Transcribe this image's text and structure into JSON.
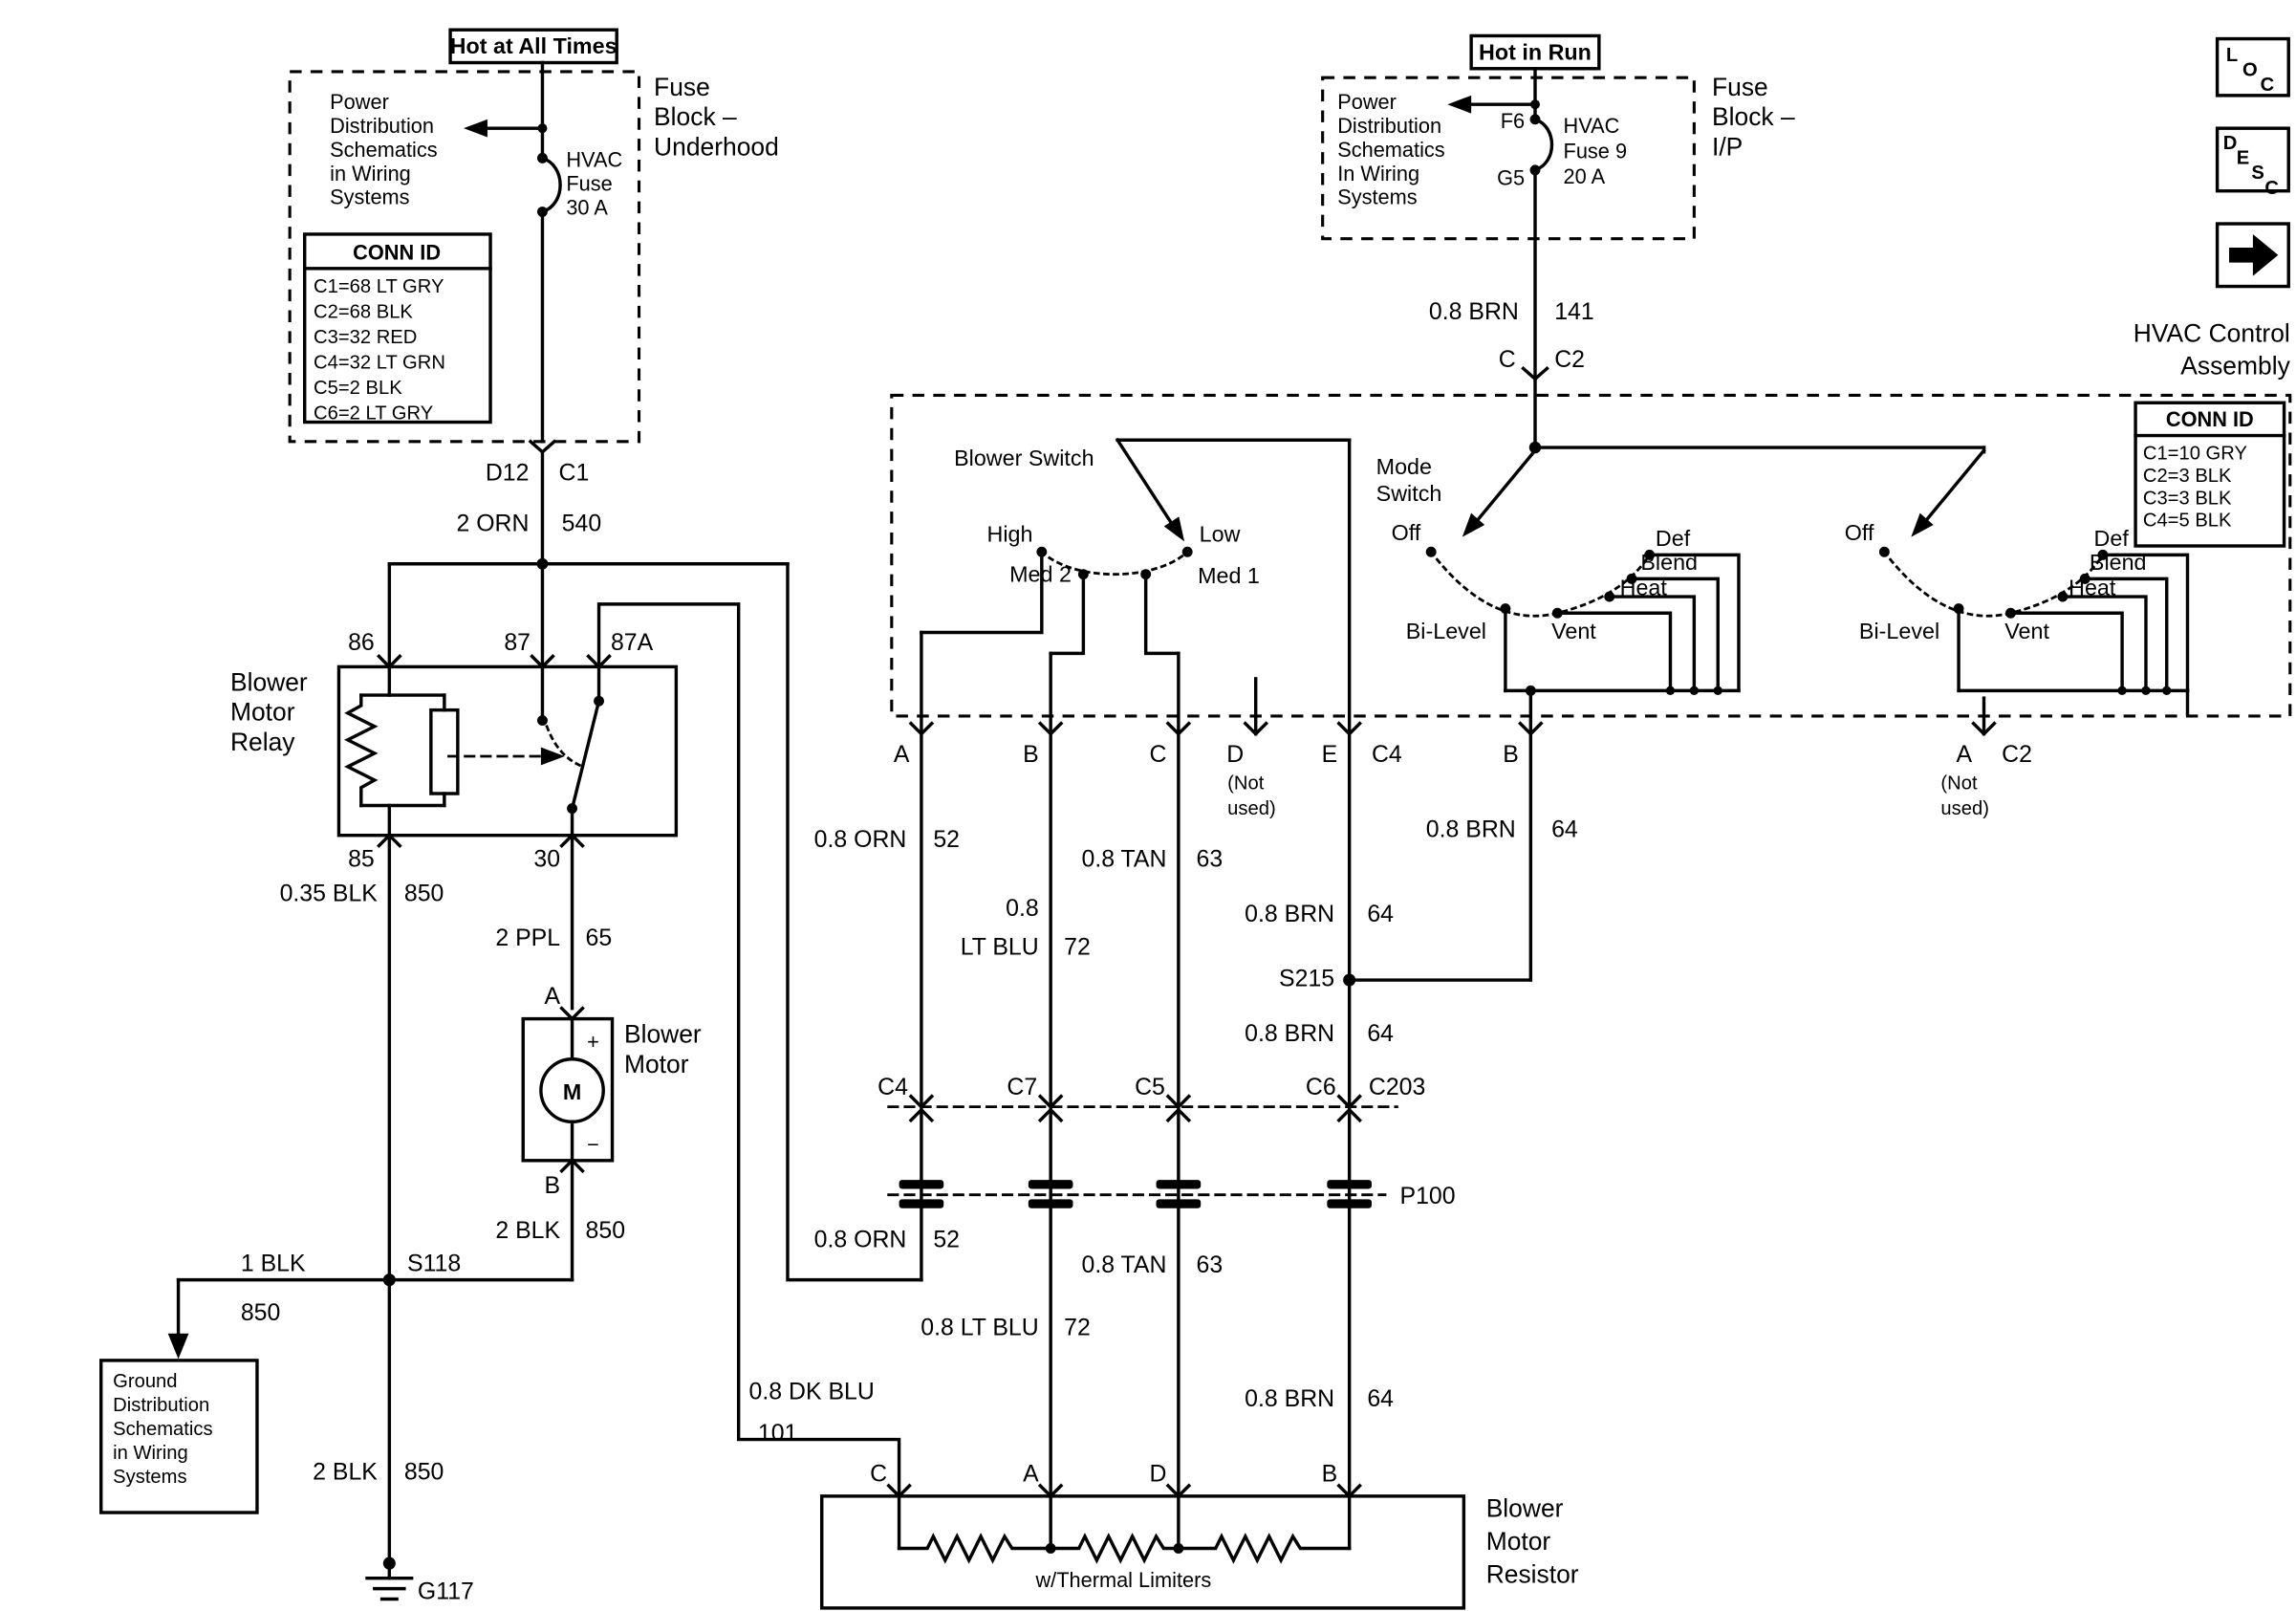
{
  "nav": {
    "loc": [
      "L",
      "O",
      "C"
    ],
    "desc": [
      "D",
      "E",
      "S",
      "C"
    ]
  },
  "underhood": {
    "hot": "Hot at All Times",
    "see": [
      "Power",
      "Distribution",
      "Schematics",
      "in Wiring",
      "Systems"
    ],
    "fuse": [
      "HVAC",
      "Fuse",
      "30 A"
    ],
    "block": [
      "Fuse",
      "Block –",
      "Underhood"
    ],
    "connid": {
      "title": "CONN ID",
      "rows": [
        "C1=68 LT GRY",
        "C2=68 BLK",
        "C3=32 RED",
        "C4=32 LT GRN",
        "C5=2 BLK",
        "C6=2 LT GRY"
      ]
    },
    "pin": "D12",
    "conn": "C1",
    "wire": "2 ORN",
    "ckt": "540"
  },
  "ip": {
    "hot": "Hot in Run",
    "see": [
      "Power",
      "Distribution",
      "Schematics",
      "In Wiring",
      "Systems"
    ],
    "f6": "F6",
    "g5": "G5",
    "fuse": [
      "HVAC",
      "Fuse 9",
      "20 A"
    ],
    "block": [
      "Fuse",
      "Block –",
      "I/P"
    ],
    "wire": "0.8 BRN",
    "ckt": "141",
    "pin": "C",
    "conn": "C2"
  },
  "relay": {
    "name": [
      "Blower",
      "Motor",
      "Relay"
    ],
    "p86": "86",
    "p87": "87",
    "p87a": "87A",
    "p85": "85",
    "p30": "30",
    "w85": "0.35 BLK",
    "c85": "850",
    "w30": "2 PPL",
    "c30": "65"
  },
  "motor": {
    "name": [
      "Blower",
      "Motor"
    ],
    "a": "A",
    "b": "B",
    "plus": "+",
    "minus": "−",
    "m": "M",
    "w": "2 BLK",
    "c": "850"
  },
  "ground": {
    "s118": "S118",
    "w1": "1 BLK",
    "c1": "850",
    "see": [
      "Ground",
      "Distribution",
      "Schematics",
      "in Wiring",
      "Systems"
    ],
    "w2": "2 BLK",
    "c2": "850",
    "g117": "G117"
  },
  "hvac": {
    "title": [
      "HVAC Control",
      "Assembly"
    ],
    "connid": {
      "title": "CONN ID",
      "rows": [
        "C1=10 GRY",
        "C2=3 BLK",
        "C3=3 BLK",
        "C4=5 BLK"
      ]
    },
    "bsw": {
      "label": "Blower Switch",
      "high": "High",
      "med2": "Med 2",
      "med1": "Med 1",
      "low": "Low"
    },
    "msw": {
      "label1": "Mode",
      "label2": "Switch",
      "off": "Off",
      "def": "Def",
      "blend": "Blend",
      "heat": "Heat",
      "vent": "Vent",
      "bilevel": "Bi-Level"
    },
    "pins": {
      "a": "A",
      "b": "B",
      "c": "C",
      "d": "D",
      "e": "E",
      "c4": "C4",
      "b2": "B",
      "a2": "A",
      "c2": "C2",
      "nu1": "(Not",
      "nu2": "used)"
    }
  },
  "wires": {
    "orn": "0.8 ORN",
    "orn_ckt": "52",
    "ltblu1": "0.8",
    "ltblu2": "LT BLU",
    "ltblu": "0.8 LT BLU",
    "ltblu_ckt": "72",
    "tan": "0.8 TAN",
    "tan_ckt": "63",
    "brn": "0.8 BRN",
    "brn_ckt": "64",
    "dkblu": "0.8 DK BLU",
    "dkblu_ckt": "101",
    "s215": "S215"
  },
  "conns": {
    "c4": "C4",
    "c7": "C7",
    "c5": "C5",
    "c6": "C6",
    "c203": "C203",
    "p100": "P100"
  },
  "resistor": {
    "name": [
      "Blower",
      "Motor",
      "Resistor"
    ],
    "c": "C",
    "a": "A",
    "d": "D",
    "b": "B",
    "note": "w/Thermal Limiters"
  }
}
